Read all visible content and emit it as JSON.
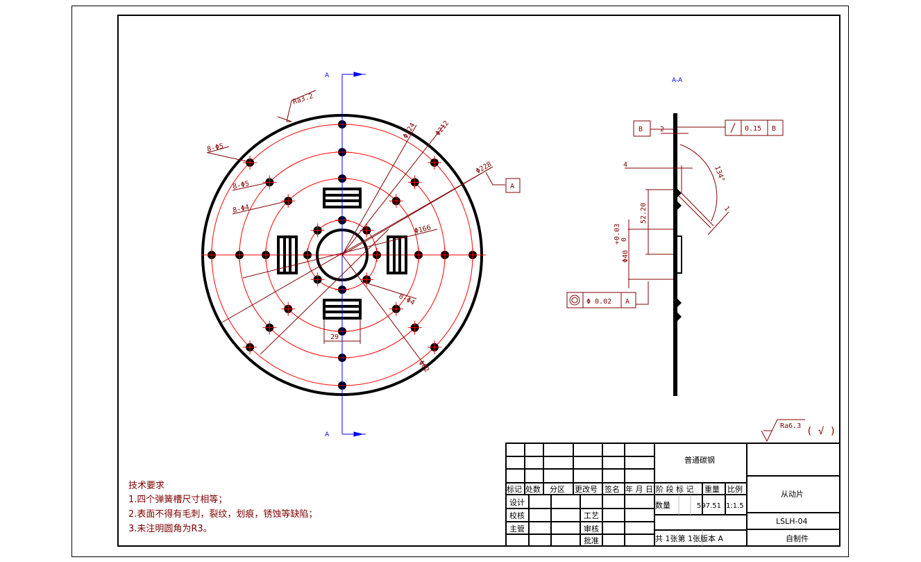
{
  "colors": {
    "outline": "#000000",
    "center": "#ff0000",
    "dimension": "#800000",
    "section": "#0000ff"
  },
  "main_view": {
    "section_marker": "A",
    "roughness_top": "Ra3.2",
    "labels": {
      "holes_outer": "8-Φ5",
      "holes_mid": "8-Φ5",
      "holes_inner": "8-Φ4",
      "holes_center": "8-Φ4",
      "d224": "Φ224",
      "d212": "Φ212",
      "d228": "Φ228",
      "d166": "Φ166",
      "d_bottom": "Φ62",
      "slot_width": "29"
    },
    "datum_a": "A"
  },
  "section_view": {
    "title": "A-A",
    "datum_b": "B",
    "dim_2": "2",
    "dim_4": "4",
    "dim_52": "52.20",
    "dim_angle": "134°",
    "dim_1": "1",
    "dim_d40": "Φ40",
    "tol_upper": "+0.03",
    "tol_lower": "0",
    "runout": {
      "value": "0.15",
      "datum": "B"
    },
    "concentricity": {
      "value": "Φ 0.02",
      "datum": "A"
    }
  },
  "roughness_general": {
    "value": "Ra6.3",
    "suffix": "( √ )"
  },
  "tech_requirements": {
    "title": "技术要求",
    "items": [
      "1.四个弹簧槽尺寸相等；",
      "2.表面不得有毛刺，裂纹，划痕，锈蚀等缺陷；",
      "3.未注明圆角为R3。"
    ]
  },
  "title_block": {
    "header": [
      "标记",
      "处数",
      "分区",
      "更改号",
      "签名",
      "年 月 日"
    ],
    "design": "设计",
    "check": "校核",
    "manager": "主管",
    "process": "工艺",
    "review": "审核",
    "approve": "批准",
    "material": "普通碳钢",
    "stage_mark": "阶 段 标 记",
    "weight": "重量",
    "scale": "比例",
    "quantity": "数量",
    "weight_value": "597.51",
    "scale_value": "1:1.5",
    "sheets": "共 1张第 1张版本 A",
    "part_name": "从动片",
    "drawing_no": "LSLH-04",
    "source": "自制件"
  }
}
